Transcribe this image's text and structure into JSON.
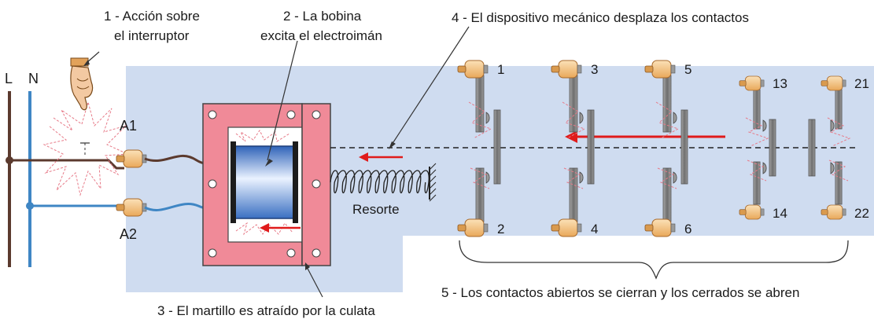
{
  "annotations": {
    "step1_line1": "1 - Acción sobre",
    "step1_line2": "el interruptor",
    "step2_line1": "2 - La bobina",
    "step2_line2": "excita el electroimán",
    "step3": "3 - El martillo es atraído por la culata",
    "step4": "4 - El dispositivo mecánico desplaza los contactos",
    "step5": "5 - Los contactos abiertos se cierran y los cerrados se abren",
    "spring": "Resorte"
  },
  "lines": {
    "line": "L",
    "neutral": "N"
  },
  "coil_terminals": {
    "top": "A1",
    "bottom": "A2"
  },
  "contacts_top": [
    "1",
    "3",
    "5",
    "13",
    "21"
  ],
  "contacts_bottom": [
    "2",
    "4",
    "6",
    "14",
    "22"
  ],
  "colors": {
    "panel": "#cfdcf0",
    "yoke": "#f08a98",
    "line_wire": "#5b3a2e",
    "neutral_wire": "#3f86c4",
    "arrow": "#e01b1b",
    "terminal": "#f5c98a",
    "contact_bar": "#8c8c8c",
    "spark": "#e77a88"
  },
  "icons": {
    "hand": "pointing-hand-icon"
  }
}
